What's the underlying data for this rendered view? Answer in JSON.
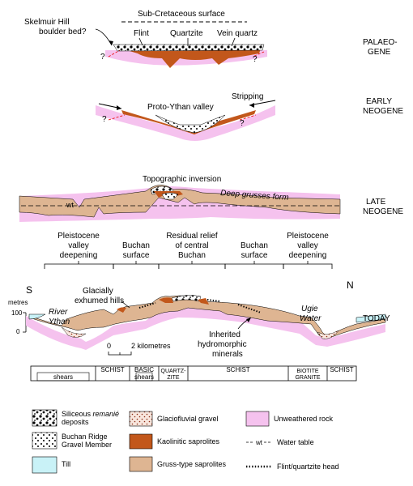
{
  "stages": {
    "palaeogene": "PALAEO-\nGENE",
    "early_neogene": "EARLY\nNEOGENE",
    "late_neogene": "LATE\nNEOGENE",
    "today": "TODAY"
  },
  "palaeogene_labels": {
    "sub_cretaceous": "Sub-Cretaceous surface",
    "skelmuir": "Skelmuir Hill\nboulder bed?",
    "flint": "Flint",
    "quartzite": "Quartzite",
    "vein_quartz": "Vein quartz",
    "q1": "?",
    "q2": "?"
  },
  "early_neogene_labels": {
    "proto_ythan": "Proto-Ythan valley",
    "stripping": "Stripping",
    "q1": "?",
    "q2": "?"
  },
  "late_neogene_labels": {
    "inversion": "Topographic inversion",
    "grusses": "Deep grusses form",
    "wt": "wt"
  },
  "today_labels": {
    "direction_s": "S",
    "direction_n": "N",
    "metres": "metres",
    "tick_100": "100",
    "tick_0": "0",
    "river_ythan": "River\nYthan",
    "ugie_water": "Ugie\nWater",
    "glacially": "Glacially\nexhumed hills",
    "inherited": "Inherited\nhydromorphic\nminerals",
    "scale_0": "0",
    "scale_2": "2 kilometres"
  },
  "region_labels": [
    "Pleistocene\nvalley\ndeepening",
    "Buchan\nsurface",
    "Residual relief\nof central\nBuchan",
    "Buchan\nsurface",
    "Pleistocene\nvalley\ndeepening"
  ],
  "geology_bar": [
    {
      "top": "",
      "bottom": "shears"
    },
    {
      "top": "SCHIST",
      "bottom": ""
    },
    {
      "top": "BASIC",
      "bottom": "shears"
    },
    {
      "top": "QUARTZ-\nZITE",
      "bottom": ""
    },
    {
      "top": "SCHIST",
      "bottom": ""
    },
    {
      "top": "BIOTITE\nGRANITE",
      "bottom": ""
    },
    {
      "top": "SCHIST",
      "bottom": ""
    }
  ],
  "legend": {
    "siliceous": "Siliceous remanié\ndeposits",
    "buchan_ridge": "Buchan Ridge\nGravel Member",
    "till": "Till",
    "glaciofluvial": "Glaciofluvial gravel",
    "kaolinitic": "Kaolinitic saprolites",
    "gruss": "Gruss-type saprolites",
    "unweathered": "Unweathered rock",
    "water_table": "Water table",
    "wt": "wt",
    "flint_head": "Flint/quartzite head"
  },
  "colors": {
    "pink": "#f5c2ee",
    "pink_dark": "#e79be0",
    "tan": "#deb592",
    "kaolin": "#c2571b",
    "till": "#c9f2f7"
  }
}
